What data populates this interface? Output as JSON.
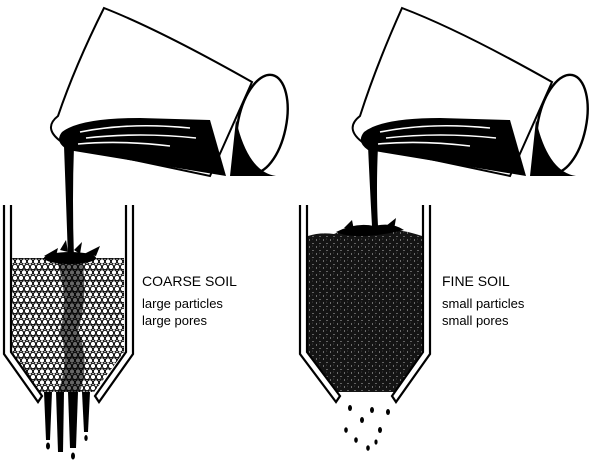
{
  "colors": {
    "ink": "#000000",
    "paper": "#ffffff",
    "fine_soil": "#1a1a1a"
  },
  "coarse": {
    "title": "COARSE SOIL",
    "line1": "large particles",
    "line2": "large pores"
  },
  "fine": {
    "title": "FINE SOIL",
    "line1": "small particles",
    "line2": "small pores"
  }
}
